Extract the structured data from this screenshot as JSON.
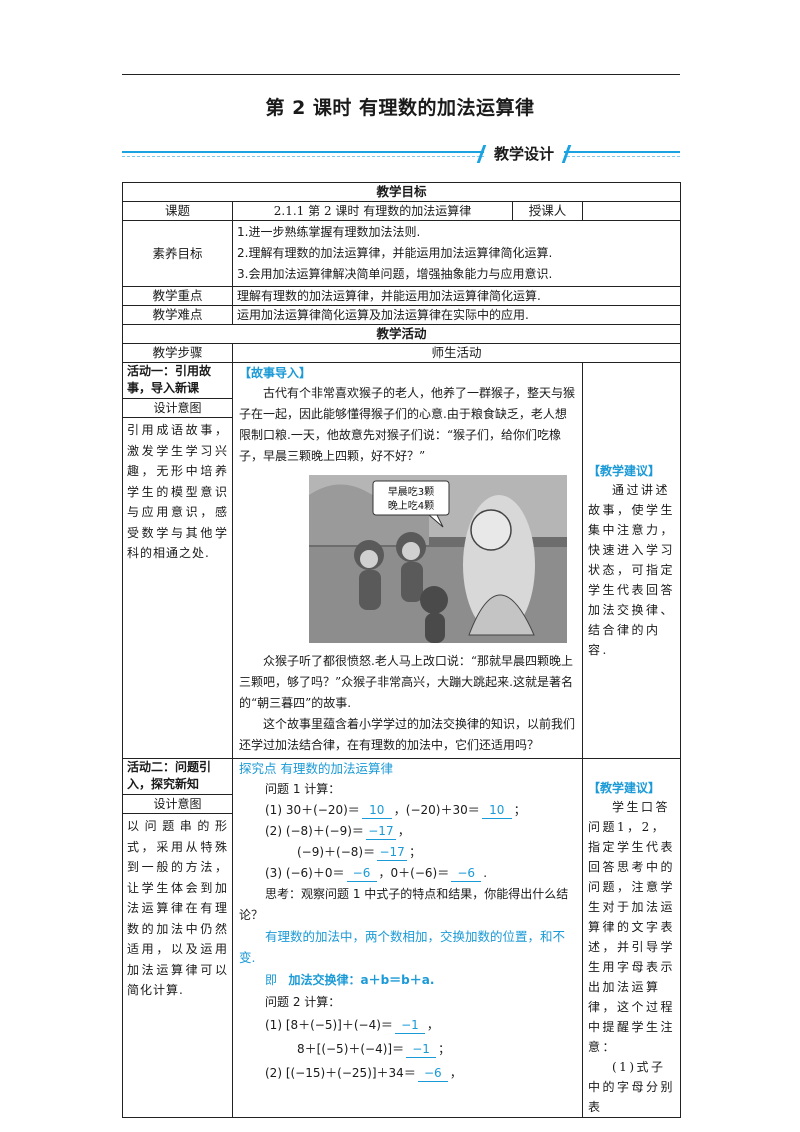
{
  "title": "第 2 课时  有理数的加法运算律",
  "band_label": "教学设计",
  "table": {
    "goal_header": "教学目标",
    "lesson_label": "课题",
    "lesson_value": "2.1.1  第 2 课时  有理数的加法运算律",
    "teacher_label": "授课人",
    "teacher_value": "",
    "literacy_label": "素养目标",
    "literacy_items": [
      "1.进一步熟练掌握有理数加法法则.",
      "2.理解有理数的加法运算律，并能运用加法运算律简化运算.",
      "3.会用加法运算律解决简单问题，增强抽象能力与应用意识."
    ],
    "key_label": "教学重点",
    "key_value": "理解有理数的加法运算律，并能运用加法运算律简化运算.",
    "diff_label": "教学难点",
    "diff_value": "运用加法运算律简化运算及加法运算律在实际中的应用.",
    "activity_header": "教学活动",
    "steps_label": "教学步骤",
    "teacher_student_label": "师生活动",
    "design_intent_label": "设计意图"
  },
  "activity1": {
    "name": "活动一：引用故事，导入新课",
    "intent": "引用成语故事，激发学生学习兴趣，无形中培养学生的模型意识与应用意识，感受数学与其他学科的相通之处.",
    "tag": "【故事导入】",
    "story1": "古代有个非常喜欢猴子的老人，他养了一群猴子，整天与猴子在一起，因此能够懂得猴子们的心意.由于粮食缺乏，老人想限制口粮.一天，他故意先对猴子们说：“猴子们，给你们吃橡子，早晨三颗晚上四颗，好不好？”",
    "bubble_line1": "早晨吃3颗",
    "bubble_line2": "晚上吃4颗",
    "story2": "众猴子听了都很愤怒.老人马上改口说：“那就早晨四颗晚上三颗吧，够了吗？”众猴子非常高兴，大蹦大跳起来.这就是著名的“朝三暮四”的故事.",
    "story3": "这个故事里蕴含着小学学过的加法交换律的知识，以前我们还学过加法结合律，在有理数的加法中，它们还适用吗？",
    "tip_title": "【教学建议】",
    "tip": "通过讲述故事，使学生集中注意力，快速进入学习状态，可指定学生代表回答加法交换律、结合律的内容."
  },
  "activity2": {
    "name": "活动二：问题引入，探究新知",
    "intent": "以问题串的形式，采用从特殊到一般的方法，让学生体会到加法运算律在有理数的加法中仍然适用，以及运用加法运算律可以简化计算.",
    "explore": "探究点  有理数的加法运算律",
    "q1_label": "问题 1  计算：",
    "q1_a": "(1) 30＋(−20)＝",
    "q1_a_ans": "10",
    "q1_a2": "，(−20)＋30＝",
    "q1_a2_ans": "10",
    "q1_b": "(2) (−8)＋(−9)＝",
    "q1_b_ans": "−17",
    "q1_b2": "(−9)＋(−8)＝",
    "q1_b2_ans": "−17",
    "q1_c": "(3) (−6)＋0＝",
    "q1_c_ans": "−6",
    "q1_c2": "，0＋(−6)＝",
    "q1_c2_ans": "−6",
    "think": "思考：观察问题 1 中式子的特点和结果，你能得出什么结论？",
    "conclusion": "有理数的加法中，两个数相加，交换加数的位置，和不变.",
    "law_prefix": "即",
    "law": "加法交换律：a＋b＝b＋a.",
    "q2_label": "问题 2  计算：",
    "q2_a": "(1) [8＋(−5)]＋(−4)＝",
    "q2_a_ans": "−1",
    "q2_a2": "8＋[(−5)＋(−4)]＝",
    "q2_a2_ans": "−1",
    "q2_b": "(2) [(−15)＋(−25)]＋34＝",
    "q2_b_ans": "−6",
    "tip_title": "【教学建议】",
    "tip": "学生口答问题1，2，指定学生代表回答思考中的问题，注意学生对于加法运算律的文字表述，并引导学生用字母表示出加法运算律，这个过程中提醒学生注意：",
    "tip2": "(1)式子中的字母分别表"
  }
}
